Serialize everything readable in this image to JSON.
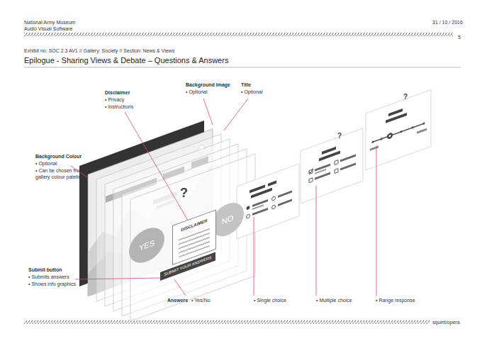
{
  "diagram": {
    "title": "Epilogue - Sharing Views & Debate – Questions & Answers",
    "nodes": [
      {
        "text": [
          "NO"
        ]
      },
      {
        "text": [
          "YES"
        ]
      },
      {
        "text": [
          "DISCLAIMER"
        ]
      },
      {
        "text": [
          "SUBMIT YOUR ANSWERS"
        ]
      }
    ],
    "labels": [
      "National Army Museum",
      "Audio Visual Software",
      "31 / 10 / 2016",
      "5",
      "Exhibit no: SOC 2.3 AV1 // Gallery: Society // Section: News & Views",
      "Disclaimer",
      "• Privacy",
      "• Instructions",
      "Background Image",
      "• Optional",
      "Title",
      "• Optional",
      "Background Colour",
      "• Optional",
      "• Can be chosen from the gallery colour palette",
      "Submit button",
      "• Submits answers",
      "• Shows info graphics",
      "Answers",
      "• Yes/No",
      "• Single choice",
      "• Multiple choice",
      "• Range response",
      "?",
      "?",
      "?",
      "squint/opera"
    ]
  }
}
